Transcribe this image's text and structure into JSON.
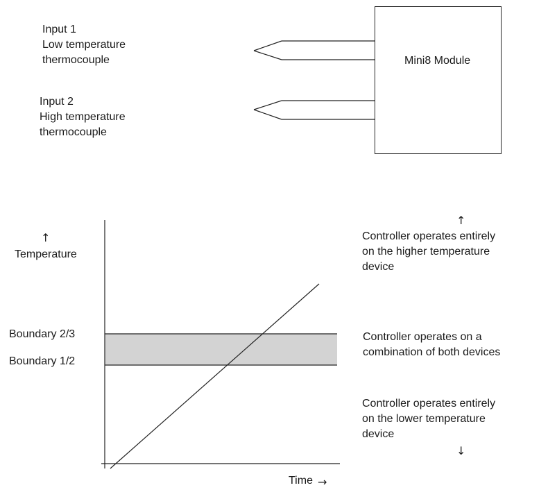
{
  "inputs": [
    {
      "title": "Input 1",
      "line1": "Low temperature",
      "line2": "thermocouple"
    },
    {
      "title": "Input 2",
      "line1": "High temperature",
      "line2": "thermocouple"
    }
  ],
  "module": {
    "label": "Mini8 Module"
  },
  "graph": {
    "y_arrow": "↑",
    "y_label": "Temperature",
    "x_label": "Time",
    "x_arrow": "→",
    "boundary_upper": "Boundary 2/3",
    "boundary_lower": "Boundary 1/2",
    "band_color": "#d3d3d3"
  },
  "regions": {
    "top_arrow": "↑",
    "top": [
      "Controller operates entirely",
      "on the higher temperature",
      "device"
    ],
    "middle": [
      "Controller operates on a",
      "combination of both devices"
    ],
    "bottom": [
      "Controller operates entirely",
      "on the lower temperature",
      "device"
    ],
    "bottom_arrow": "↓"
  }
}
